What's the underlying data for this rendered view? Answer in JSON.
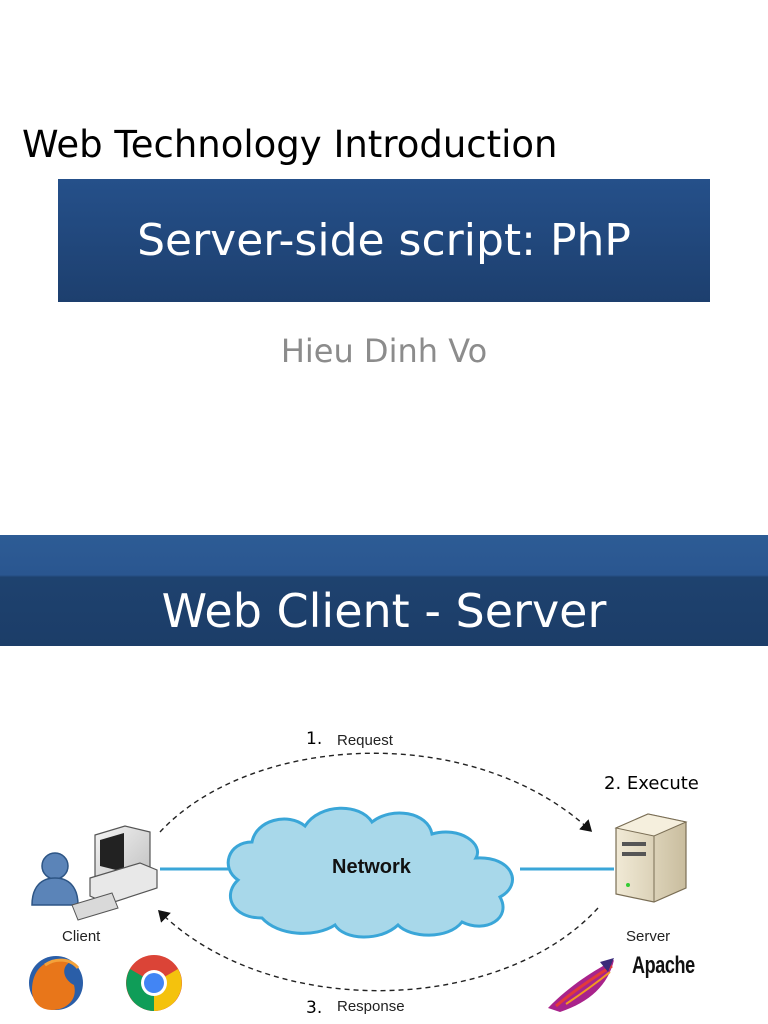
{
  "slide1": {
    "course_title": "Web Technology Introduction",
    "banner_title": "Server-side script: PhP",
    "author": "Hieu Dinh Vo"
  },
  "slide2": {
    "banner_title": "Web Client - Server",
    "diagram": {
      "step1_number": "1.",
      "step1_label": "Request",
      "step2_label": "2. Execute",
      "step3_number": "3.",
      "step3_label": "Response",
      "network_label": "Network",
      "client_label": "Client",
      "server_label": "Server",
      "apache_label": "Apache"
    }
  },
  "colors": {
    "banner_blue": "#1f4474",
    "cloud_fill": "#a8d8ea",
    "link_line": "#3aa6d8",
    "author_gray": "#8c8c8c"
  },
  "icons": [
    "user-icon",
    "computer-icon",
    "cloud-icon",
    "server-icon",
    "firefox-icon",
    "chrome-icon",
    "apache-feather-icon"
  ]
}
